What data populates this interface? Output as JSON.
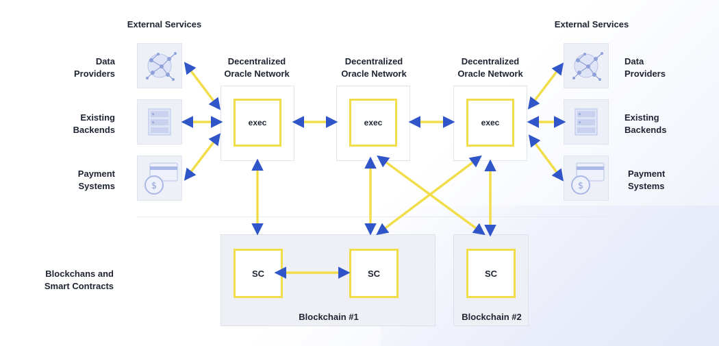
{
  "external_services": {
    "left_title": "External Services",
    "right_title": "External Services"
  },
  "services": {
    "data_providers": [
      "Data",
      "Providers"
    ],
    "existing_backends": [
      "Existing",
      "Backends"
    ],
    "payment_systems": [
      "Payment",
      "Systems"
    ]
  },
  "oracle": {
    "title_line1": "Decentralized",
    "title_line2": "Oracle Network",
    "node_label": "exec"
  },
  "blockchains": {
    "section_label_line1": "Blockchans and",
    "section_label_line2": "Smart Contracts",
    "chain1_label": "Blockchain #1",
    "chain2_label": "Blockchain #2",
    "contract_label": "SC"
  },
  "colors": {
    "accent_yellow": "#f1dd4a",
    "arrow_blue": "#2f55c8",
    "panel": "#eef0f6"
  }
}
